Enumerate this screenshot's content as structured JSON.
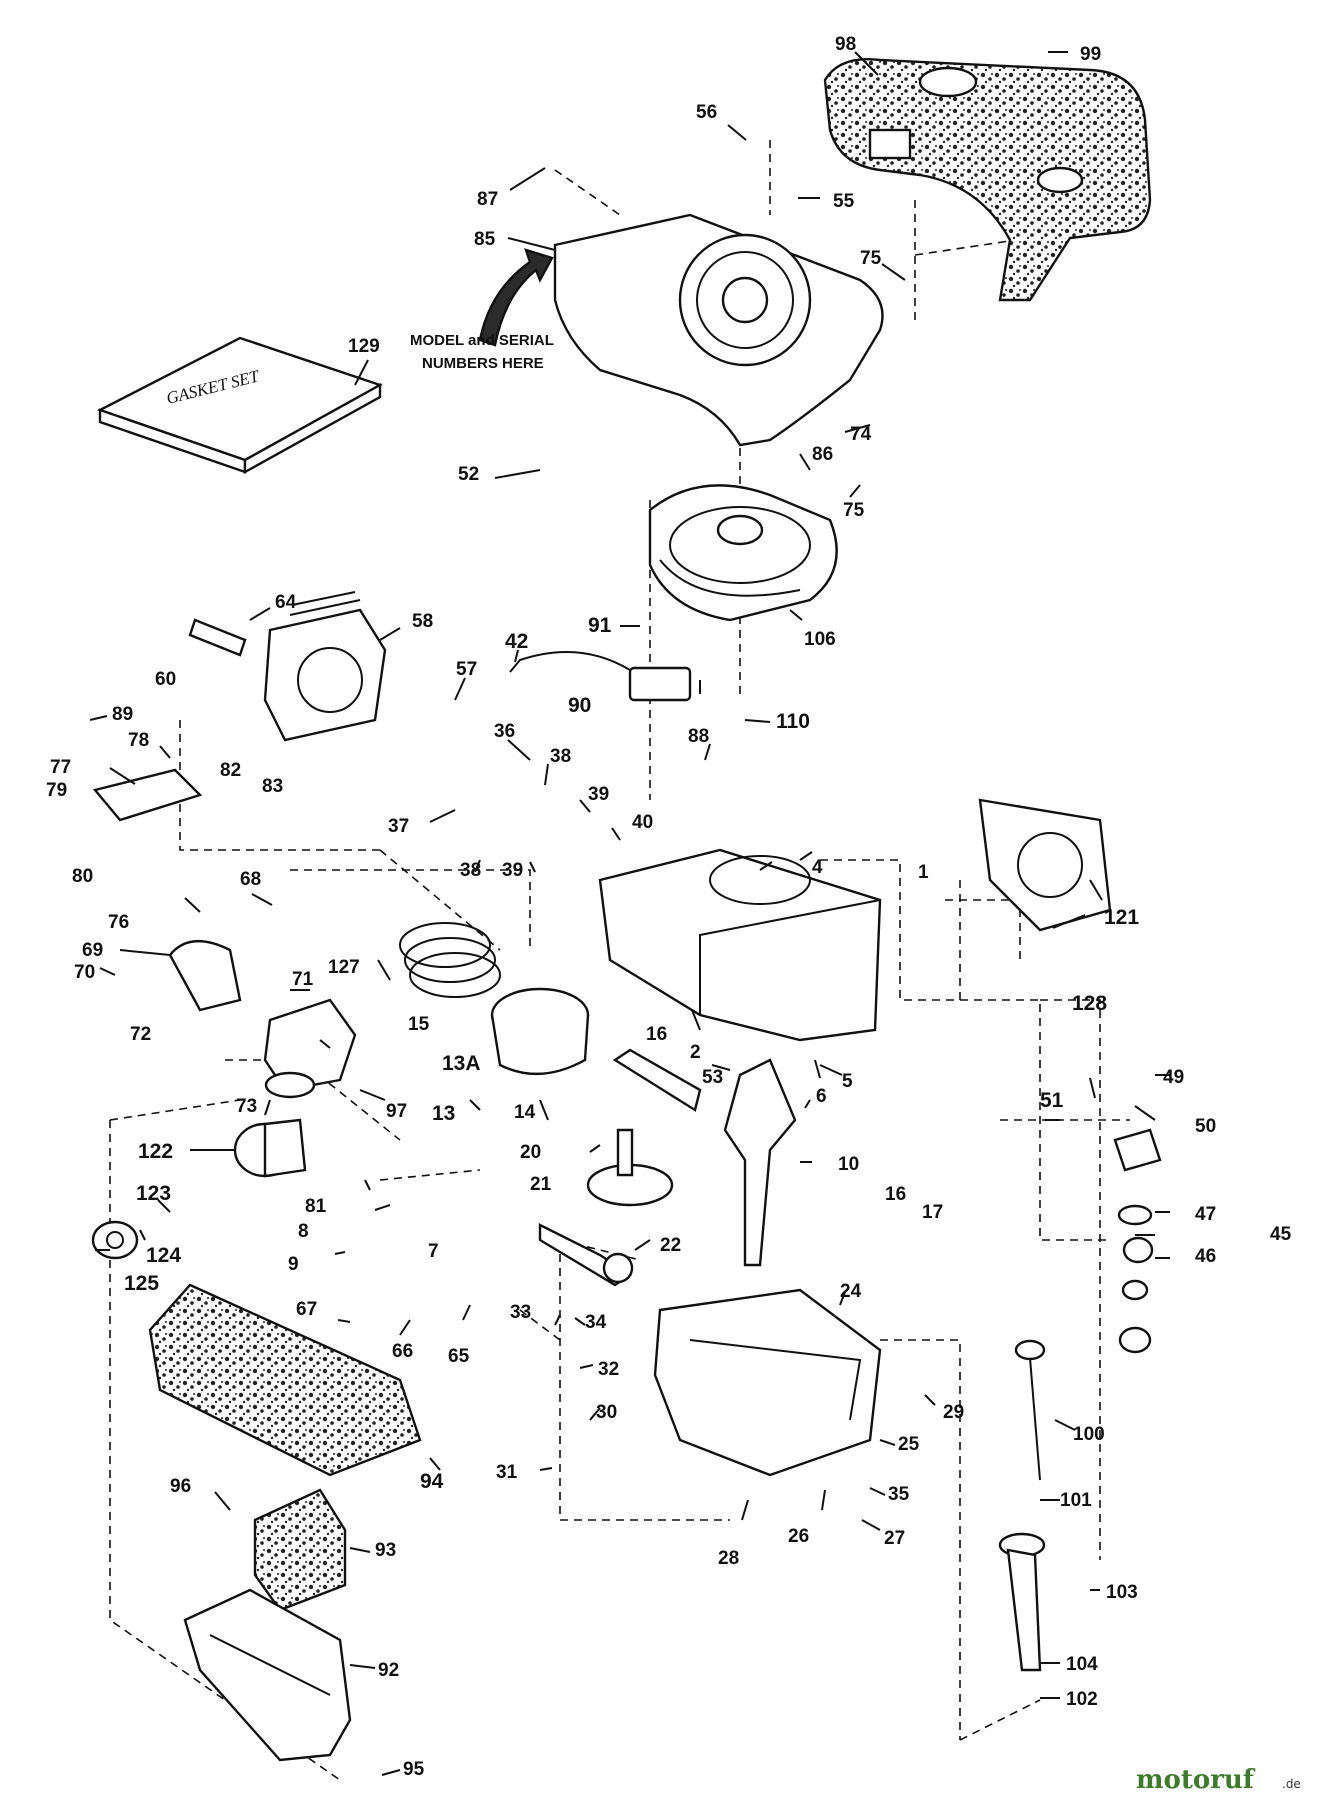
{
  "note": {
    "line1": "MODEL and SERIAL",
    "line2": "NUMBERS HERE"
  },
  "gasket_box": {
    "text": "GASKET SET"
  },
  "brand": {
    "name": "motoruf",
    "suffix": ".de",
    "colors": [
      "#d9342b",
      "#f2a51a",
      "#3d7a2c",
      "#2a6fb8"
    ]
  },
  "labels": {
    "l98": "98",
    "l99": "99",
    "l56": "56",
    "l55": "55",
    "l87": "87",
    "l85": "85",
    "l75a": "75",
    "l129": "129",
    "l74": "74",
    "l86": "86",
    "l52": "52",
    "l75b": "75",
    "l106": "106",
    "l64": "64",
    "l58": "58",
    "l60": "60",
    "l91": "91",
    "l42": "42",
    "l90": "90",
    "l110": "110",
    "l89": "89",
    "l78": "78",
    "l57": "57",
    "l36": "36",
    "l77": "77",
    "l79": "79",
    "l82": "82",
    "l83": "83",
    "l88": "88",
    "l38a": "38",
    "l39a": "39",
    "l80": "80",
    "l37": "37",
    "l40": "40",
    "l4": "4",
    "l38b": "38",
    "l39b": "39",
    "l76": "76",
    "l68": "68",
    "l1": "1",
    "l121": "121",
    "l69": "69",
    "l71": "71",
    "l127": "127",
    "l70": "70",
    "l15": "15",
    "l128": "128",
    "l72": "72",
    "l16a": "16",
    "l2": "2",
    "l13A": "13A",
    "l53": "53",
    "l5": "5",
    "l49": "49",
    "l73": "73",
    "l97": "97",
    "l13": "13",
    "l14": "14",
    "l6": "6",
    "l51": "51",
    "l50": "50",
    "l122": "122",
    "l20": "20",
    "l10": "10",
    "l123": "123",
    "l21": "21",
    "l16b": "16",
    "l17": "17",
    "l47": "47",
    "l45": "45",
    "l81": "81",
    "l8": "8",
    "l7": "7",
    "l22": "22",
    "l46": "46",
    "l124": "124",
    "l9": "9",
    "l125": "125",
    "l24": "24",
    "l67": "67",
    "l33": "33",
    "l34": "34",
    "l66": "66",
    "l65": "65",
    "l32": "32",
    "l29": "29",
    "l30": "30",
    "l100": "100",
    "l25": "25",
    "l31": "31",
    "l94": "94",
    "l96": "96",
    "l35": "35",
    "l101": "101",
    "l93": "93",
    "l26": "26",
    "l27": "27",
    "l28": "28",
    "l103": "103",
    "l104": "104",
    "l92": "92",
    "l102": "102",
    "l95": "95"
  }
}
